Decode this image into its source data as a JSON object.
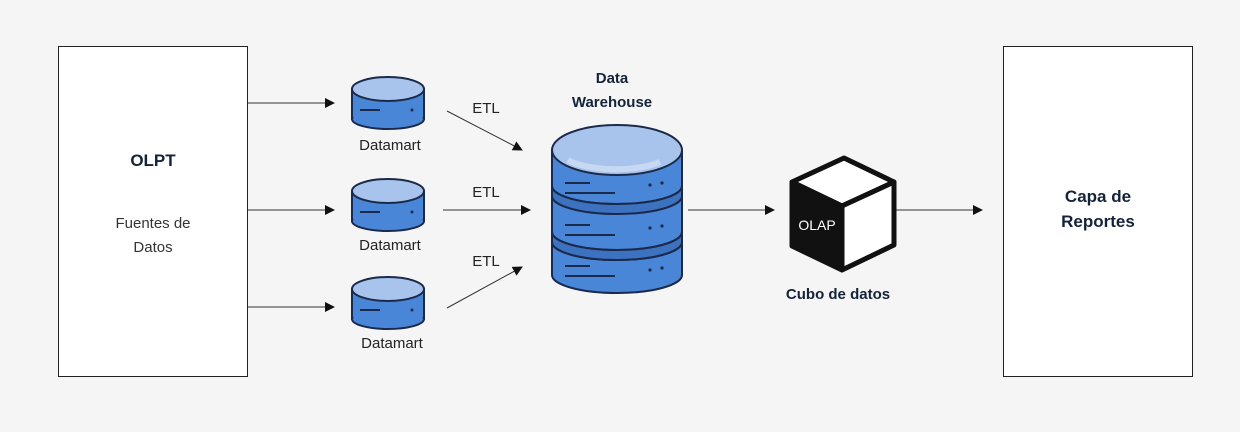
{
  "source": {
    "title": "OLPT",
    "subtitle": "Fuentes de\nDatos"
  },
  "datamarts": [
    {
      "label": "Datamart"
    },
    {
      "label": "Datamart"
    },
    {
      "label": "Datamart"
    }
  ],
  "etl_labels": [
    "ETL",
    "ETL",
    "ETL"
  ],
  "warehouse": {
    "label": "Data\nWarehouse"
  },
  "cube": {
    "label": "Cubo de datos",
    "face_text": "OLAP"
  },
  "reports": {
    "title": "Capa de\nReportes"
  },
  "colors": {
    "db_fill": "#4a86d8",
    "db_top": "#a9c4ec",
    "db_stroke": "#1b2a4a",
    "cube_dark": "#111111",
    "background": "#f5f5f5"
  }
}
